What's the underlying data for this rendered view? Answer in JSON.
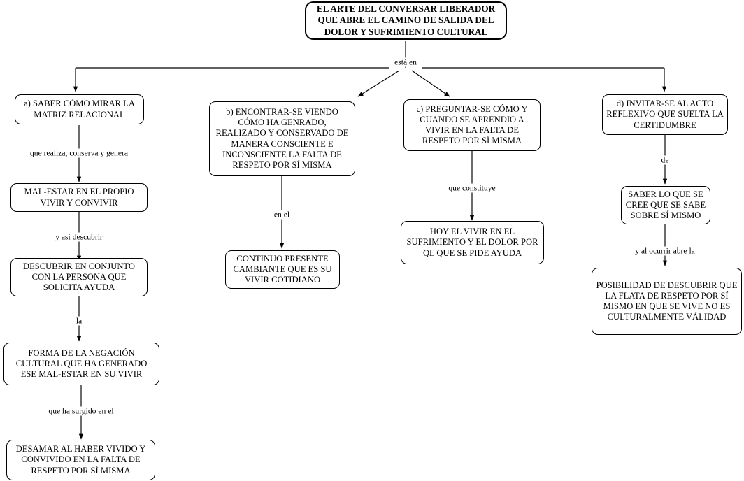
{
  "diagram": {
    "title_node": {
      "id": "root",
      "text": "EL ARTE DEL CONVERSAR LIBERADOR QUE ABRE EL CAMINO DE SALIDA DEL DOLOR Y SUFRIMIENTO CULTURAL"
    },
    "nodes": [
      {
        "id": "a",
        "text": "a) SABER CÓMO MIRAR LA MATRIZ RELACIONAL"
      },
      {
        "id": "a1",
        "text": "MAL-ESTAR EN EL PROPIO VIVIR Y CONVIVIR"
      },
      {
        "id": "a2",
        "text": "DESCUBRIR EN CONJUNTO CON LA PERSONA QUE SOLICITA AYUDA"
      },
      {
        "id": "a3",
        "text": "FORMA DE LA NEGACIÓN CULTURAL QUE HA GENERADO ESE MAL-ESTAR EN SU VIVIR"
      },
      {
        "id": "a4",
        "text": "DESAMAR AL HABER VIVIDO Y CONVIVIDO EN LA FALTA DE RESPETO POR SÍ MISMA"
      },
      {
        "id": "b",
        "text": "b) ENCONTRAR-SE VIENDO CÓMO HA GENRADO, REALIZADO Y CONSERVADO DE MANERA CONSCIENTE E INCONSCIENTE LA FALTA DE RESPETO POR SÍ MISMA"
      },
      {
        "id": "b1",
        "text": "CONTINUO PRESENTE CAMBIANTE QUE ES SU VIVIR COTIDIANO"
      },
      {
        "id": "c",
        "text": "c) PREGUNTAR-SE CÓMO Y CUANDO SE APRENDIÓ A VIVIR EN LA FALTA DE RESPETO POR SÍ MISMA"
      },
      {
        "id": "c1",
        "text": "HOY EL VIVIR EN EL SUFRIMIENTO Y EL DOLOR POR QL QUE SE PIDE AYUDA"
      },
      {
        "id": "d",
        "text": "d) INVITAR-SE AL ACTO REFLEXIVO QUE SUELTA LA CERTIDUMBRE"
      },
      {
        "id": "d1",
        "text": "SABER LO QUE SE CREE QUE SE SABE SOBRE SÍ MISMO"
      },
      {
        "id": "d2",
        "text": "POSIBILIDAD DE DESCUBRIR QUE LA FLATA DE RESPETO POR SÍ MISMO EN QUE SE VIVE NO ES CULTURALMENTE VÁLIDAD"
      }
    ],
    "edge_labels": [
      {
        "id": "root-branch",
        "text": "está en"
      },
      {
        "id": "a-a1",
        "text": "que realiza, conserva y genera"
      },
      {
        "id": "a1-a2",
        "text": "y así descubrir"
      },
      {
        "id": "a2-a3",
        "text": "la"
      },
      {
        "id": "a3-a4",
        "text": "que ha surgido en el"
      },
      {
        "id": "b-b1",
        "text": "en el"
      },
      {
        "id": "c-c1",
        "text": "que constituye"
      },
      {
        "id": "d-d1",
        "text": "de"
      },
      {
        "id": "d1-d2",
        "text": "y al ocurrir abre la"
      }
    ],
    "colors": {
      "stroke": "#000000",
      "background": "#ffffff",
      "text": "#000000"
    }
  }
}
